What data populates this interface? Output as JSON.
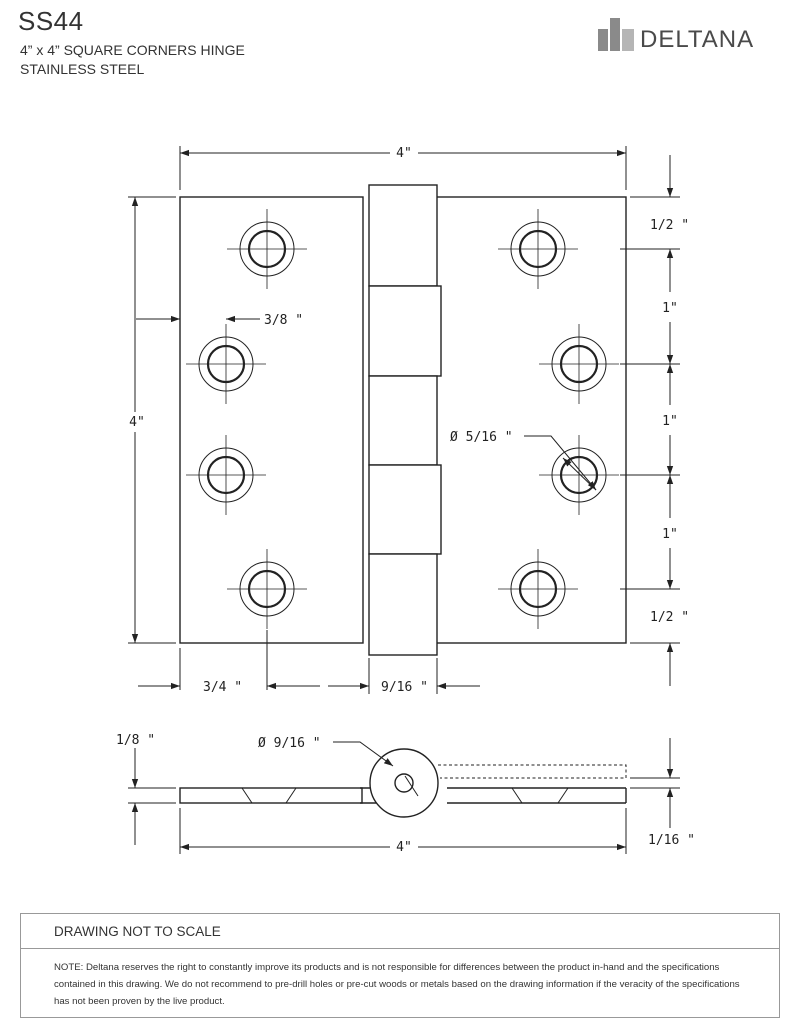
{
  "header": {
    "product_code": "SS44",
    "line1": "4” x 4” SQUARE CORNERS HINGE",
    "line2": "STAINLESS STEEL",
    "brand": "DELTANA"
  },
  "dimensions": {
    "top_width": "4\"",
    "left_height": "4\"",
    "hole_inset": "3/8 \"",
    "right_top": "1/2 \"",
    "right_gap_1": "1\"",
    "right_gap_2": "1\"",
    "right_gap_3": "1\"",
    "right_bottom": "1/2 \"",
    "hole_diameter": "Ø 5/16 \"",
    "bottom_left_offset": "3/4 \"",
    "knuckle_width": "9/16 \"",
    "side_thickness": "1/8 \"",
    "barrel_diameter": "Ø 9/16 \"",
    "side_leaf_thickness": "1/16 \"",
    "side_width": "4\""
  },
  "footer": {
    "title": "DRAWING NOT TO SCALE",
    "note": "NOTE: Deltana reserves the right to constantly improve its products and is not responsible for differences between the product in-hand and the specifications contained in this drawing. We do not recommend to pre-drill holes or pre-cut woods or metals based on the drawing information if the veracity of the specifications has not been proven by the live product."
  },
  "colors": {
    "line": "#222222",
    "text": "#333333",
    "border": "#999999"
  }
}
